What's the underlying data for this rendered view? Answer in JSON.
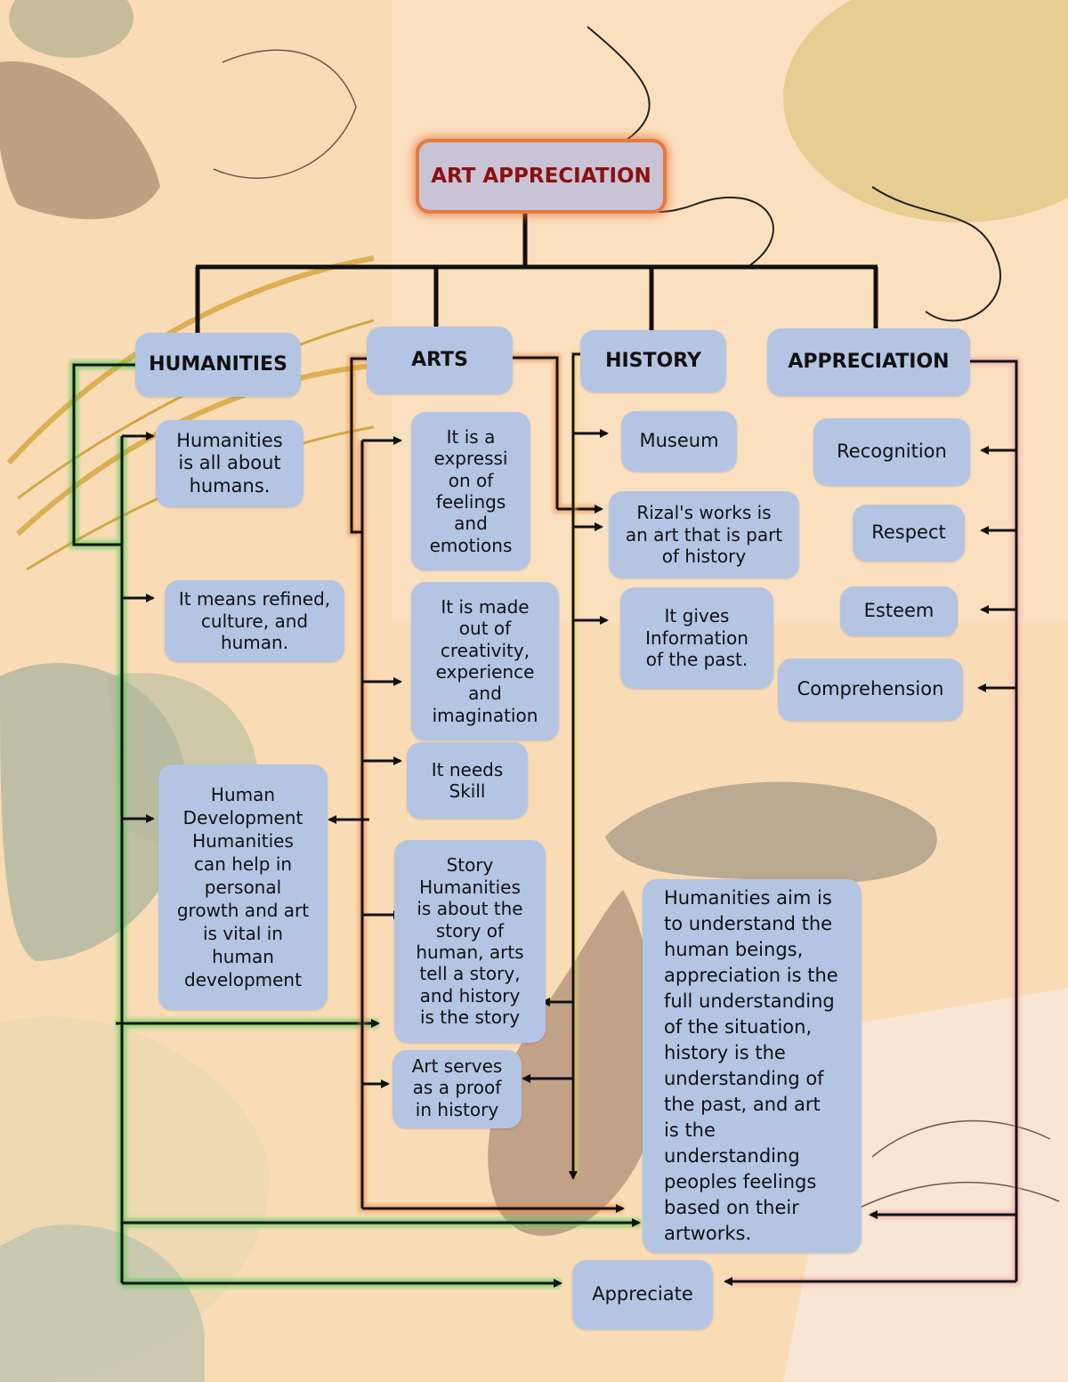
{
  "title": "ART APPRECIATION",
  "categories": {
    "humanities": "HUMANITIES",
    "arts": "ARTS",
    "history": "HISTORY",
    "appreciation": "APPRECIATION"
  },
  "humanities_nodes": {
    "about_humans": "Humanities\nis all about\nhumans.",
    "refined": "It means refined,\nculture, and\nhuman.",
    "development": "Human\nDevelopment\nHumanities\ncan help in\npersonal\ngrowth and art\nis vital in\nhuman\ndevelopment"
  },
  "arts_nodes": {
    "expression": "It is a\nexpressi\non of\nfeelings\nand\nemotions",
    "creativity": "It is made\nout of\ncreativity,\nexperience\nand\nimagination",
    "skill": "It needs\nSkill",
    "story": "Story\nHumanities\nis about the\nstory of\nhuman, arts\ntell a story,\nand history\nis the story",
    "proof": "Art serves\nas a proof\nin history"
  },
  "history_nodes": {
    "museum": "Museum",
    "rizal": "Rizal's works is\nan art that is part\nof history",
    "information": "It gives\nInformation\nof the past."
  },
  "appreciation_nodes": {
    "recognition": "Recognition",
    "respect": "Respect",
    "esteem": "Esteem",
    "comprehension": "Comprehension"
  },
  "summary": "Humanities aim is to understand the human beings, appreciation is the full understanding of the situation, history is the understanding of the past, and art is the understanding peoples feelings based on their artworks.",
  "appreciate": "Appreciate",
  "colors": {
    "background": "#f9dcb6",
    "node_fill": "#b4c5e4",
    "title_text": "#8c1010",
    "title_border": "#e27a43",
    "humanities_line": "#2fbf3a",
    "arts_line": "#e8792f",
    "history_line": "#ecd84a",
    "appreciation_line": "#f2a0a8"
  }
}
